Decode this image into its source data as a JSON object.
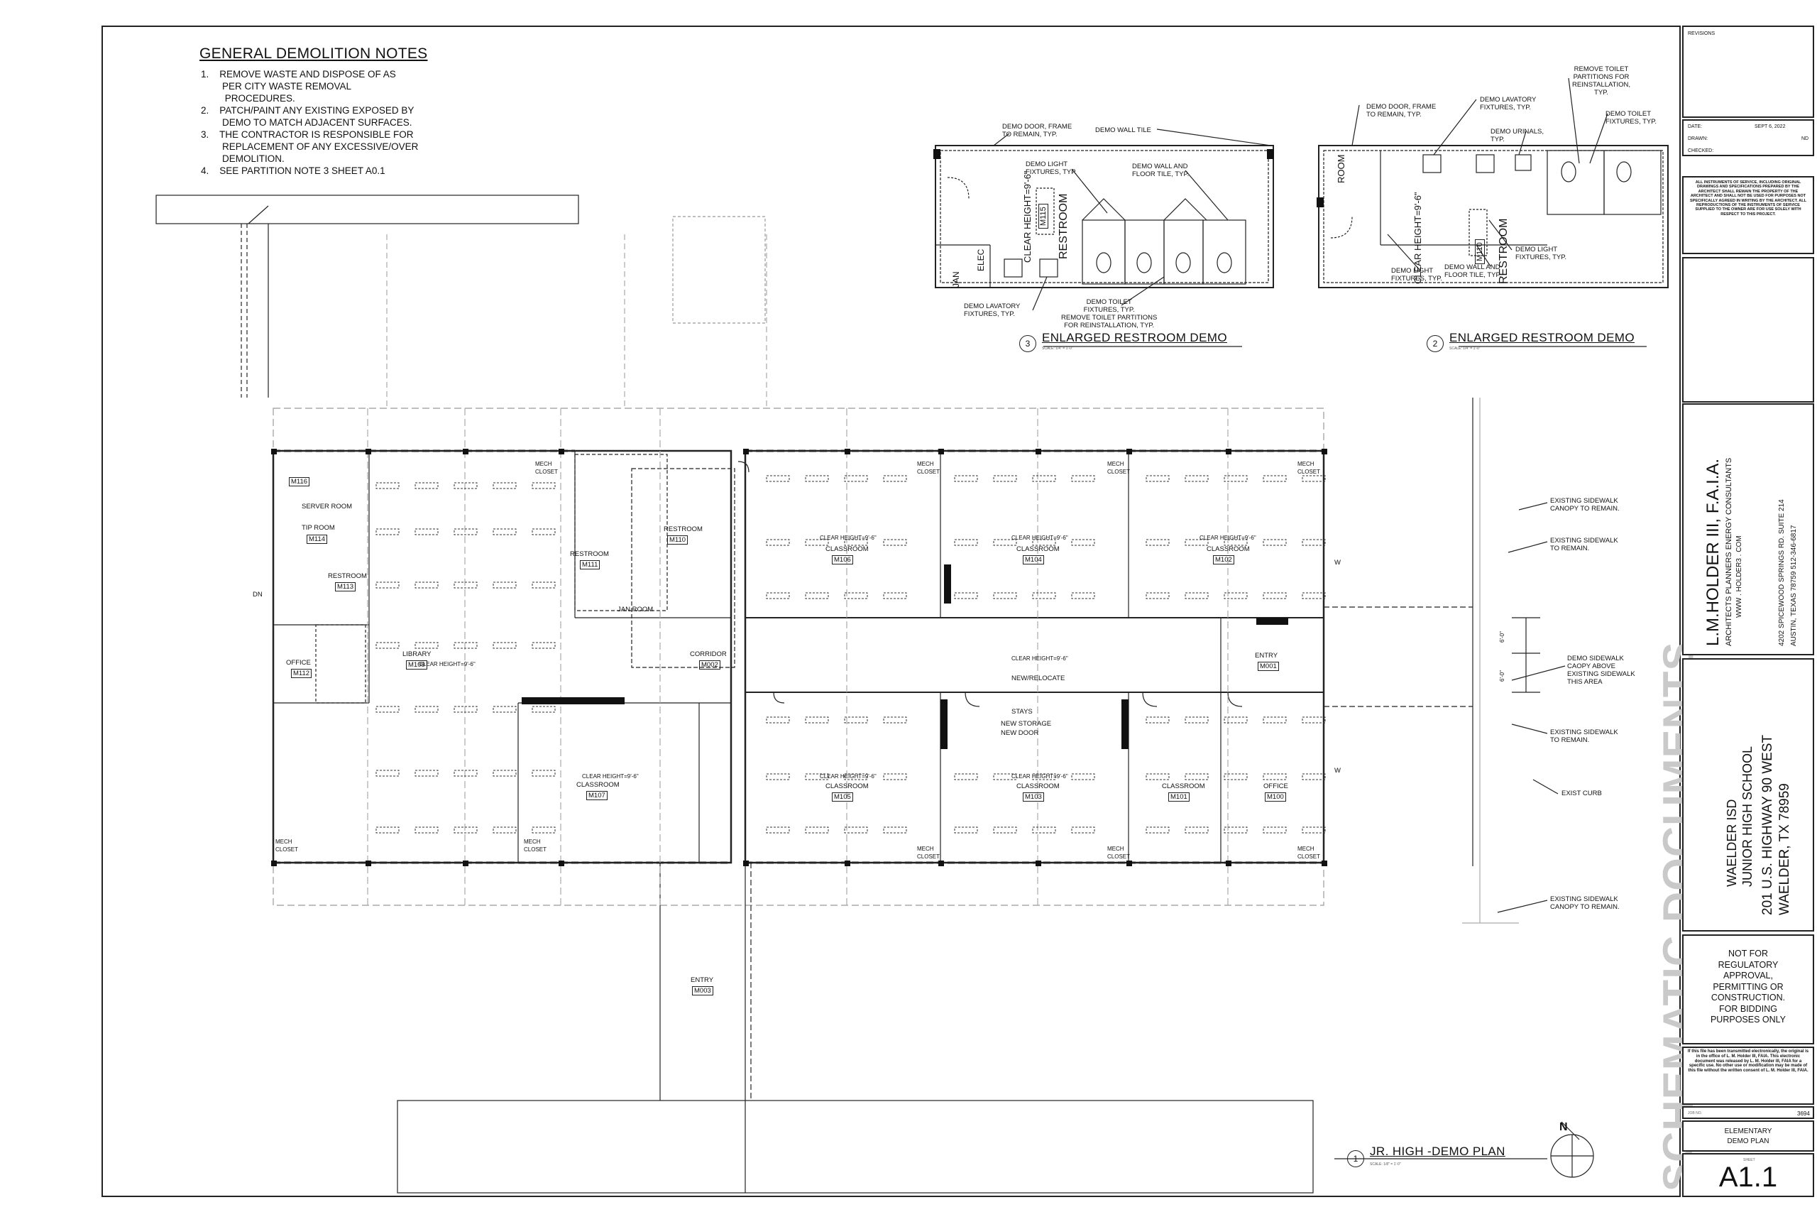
{
  "demolition_notes": {
    "title": "GENERAL DEMOLITION NOTES",
    "items": [
      "1.    REMOVE WASTE AND DISPOSE OF AS\n        PER CITY WASTE REMOVAL\n         PROCEDURES.",
      "2.    PATCH/PAINT ANY EXISTING EXPOSED BY\n        DEMO TO MATCH ADJACENT SURFACES.",
      "3.    THE CONTRACTOR IS RESPONSIBLE FOR\n        REPLACEMENT OF ANY EXCESSIVE/OVER\n        DEMOLITION.",
      "4.    SEE PARTITION NOTE 3 SHEET A0.1"
    ]
  },
  "detail_3": {
    "number": "3",
    "title": "ENLARGED RESTROOM DEMO",
    "scale": "SCALE: 1/4\" = 1'-0\"",
    "labels": [
      "DEMO DOOR, FRAME\nTO REMAIN, TYP.",
      "DEMO WALL TILE",
      "DEMO LIGHT\nFIXTURES, TYP.",
      "DEMO WALL AND\nFLOOR TILE, TYP.",
      "DEMO LAVATORY\nFIXTURES, TYP.",
      "DEMO TOILET\nFIXTURES, TYP.\nREMOVE TOILET PARTITIONS\nFOR REINSTALLATION, TYP."
    ],
    "room_labels": [
      "RESTROOM",
      "CLEAR HEIGHT=9'-6\"",
      "M115",
      "ELEC",
      "JAN"
    ]
  },
  "detail_2": {
    "number": "2",
    "title": "ENLARGED RESTROOM DEMO",
    "scale": "SCALE: 1/4\" = 1'-0\"",
    "labels": [
      "DEMO DOOR, FRAME\nTO REMAIN, TYP.",
      "DEMO LAVATORY\nFIXTURES, TYP.",
      "DEMO URINALS,\nTYP.",
      "REMOVE TOILET\nPARTITIONS FOR\nREINSTALLATION,\nTYP.",
      "DEMO TOILET\nFIXTURES, TYP.",
      "DEMO LIGHT\nFIXTURES, TYP.",
      "DEMO WALL AND\nFLOOR TILE, TYP.",
      "DEMO LIGHT\nFIXTURES, TYP."
    ],
    "room_labels": [
      "RESTROOM",
      "CLEAR HEIGHT=9'-6\"",
      "M110",
      "ROOM",
      "CLEAR HEIGHT"
    ]
  },
  "detail_1": {
    "number": "1",
    "title": "JR. HIGH -DEMO PLAN",
    "scale": "SCALE: 1/8\" = 1'-0\"",
    "north": "N"
  },
  "plan_rooms": [
    {
      "name": "SERVER ROOM",
      "id": "M116"
    },
    {
      "name": "TIP ROOM",
      "id": "M114"
    },
    {
      "name": "RESTROOM",
      "id": "M113"
    },
    {
      "name": "OFFICE",
      "id": "M112"
    },
    {
      "name": "LIBRARY",
      "id": "M109"
    },
    {
      "name": "RESTROOM",
      "id": "M111"
    },
    {
      "name": "RESTROOM",
      "id": "M110"
    },
    {
      "name": "JAN ROOM",
      "id": ""
    },
    {
      "name": "CORRIDOR",
      "id": "M002"
    },
    {
      "name": "CLASSROOM",
      "id": "M107"
    },
    {
      "name": "CLASSROOM",
      "id": "M106"
    },
    {
      "name": "CLASSROOM",
      "id": "M104"
    },
    {
      "name": "CLASSROOM",
      "id": "M102"
    },
    {
      "name": "CLASSROOM",
      "id": "M105"
    },
    {
      "name": "CLASSROOM",
      "id": "M103"
    },
    {
      "name": "CLASSROOM",
      "id": "M101"
    },
    {
      "name": "OFFICE",
      "id": "M100"
    },
    {
      "name": "ENTRY",
      "id": "M001"
    },
    {
      "name": "ENTRY",
      "id": "M003"
    }
  ],
  "plan_labels": {
    "mech_closet": "MECH\nCLOSET",
    "clear_height": "CLEAR HEIGHT=9'-6\"",
    "new_relocate": "NEW/RELOCATE",
    "stays": "STAYS",
    "new_storage": "NEW STORAGE",
    "new_door": "NEW DOOR",
    "dn": "DN",
    "w": "W"
  },
  "site_notes": [
    "EXISTING SIDEWALK\nCANOPY TO REMAIN.",
    "EXISTING SIDEWALK\nTO REMAIN.",
    "DEMO SIDEWALK\nCAOPY ABOVE\nEXISTING SIDEWALK\nTHIS AREA",
    "EXISTING SIDEWALK\nTO REMAIN.",
    "EXIST CURB",
    "EXISTING SIDEWALK\nCANOPY TO REMAIN."
  ],
  "dims": [
    "6'-0\"",
    "6'-0\""
  ],
  "stamp": "SCHEMATIC DOCUMENTS",
  "title_block": {
    "revisions": "REVISIONS",
    "date_label": "DATE:",
    "date": "SEPT 6, 2022",
    "drawn_label": "DRAWN:",
    "drawn": "ND",
    "checked_label": "CHECKED:",
    "legal": "ALL INSTRUMENTS OF SERVICE, INCLUDING ORIGINAL DRAWINGS AND SPECIFICATIONS PREPARED BY THE ARCHITECT SHALL REMAIN THE PROPERTY OF THE ARCHITECT AND SHALL NOT BE USED FOR PURPOSES NOT SPECIFICALLY AGREED IN WRITING BY THE ARCHITECT. ALL REPRODUCTIONS OF THE INSTRUMENTS OF SERVICE SUPPLIED TO THE OWNER ARE FOR USE SOLELY WITH RESPECT TO THIS PROJECT.",
    "firm_name": "L.M.HOLDER III, F.A.I.A.",
    "firm_sub": "ARCHITECTS PLANNERS ENERGY CONSULTANTS",
    "firm_web": "WWW . HOLDER3 . COM",
    "firm_addr1": "4202 SPICEWOOD SPRINGS RD. SUITE 214",
    "firm_addr2": "AUSTIN,  TEXAS  78759  512-346-6817",
    "client": "WAELDER ISD",
    "project": "JUNIOR HIGH SCHOOL",
    "addr1": "201 U.S. HIGHWAY 90 WEST",
    "addr2": "WAELDER, TX 78959",
    "not_for": "NOT FOR\nREGULATORY\nAPPROVAL,\nPERMITTING OR\nCONSTRUCTION.\nFOR BIDDING\nPURPOSES ONLY",
    "transmit": "If this file has been transmitted electronically, the original is in the office of L. M. Holder III, FAIA. This electronic document was released by L. M. Holder III, FAIA for a specific use. No other use or modification may be made of this file without the written consent of L. M. Holder III, FAIA.",
    "job_label": "JOB NO.",
    "job_no": "3694",
    "sheet_title": "ELEMENTARY\nDEMO PLAN",
    "sheet_label": "SHEET",
    "sheet_no": "A1.1"
  }
}
